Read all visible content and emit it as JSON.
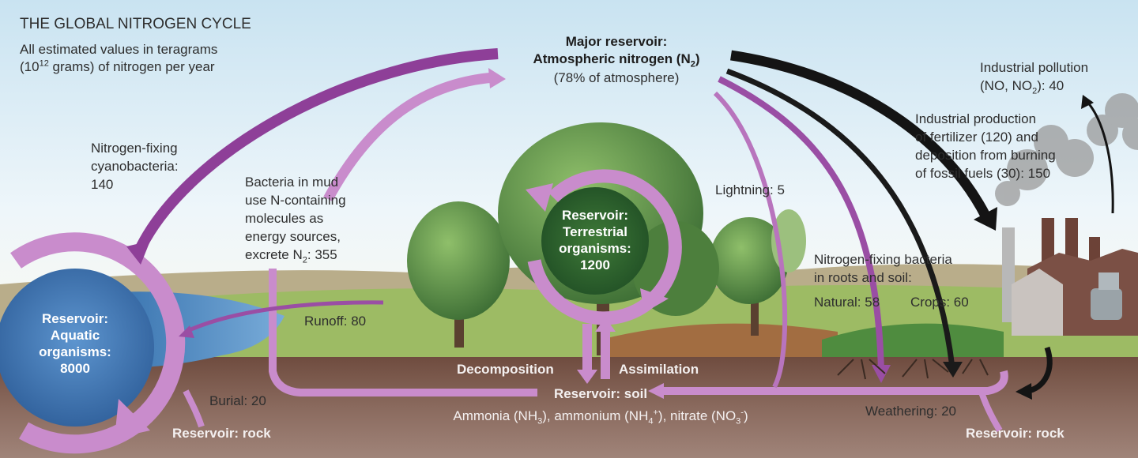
{
  "title": "THE GLOBAL NITROGEN CYCLE",
  "units_note": {
    "line1": "All estimated values in teragrams",
    "line2_pre": "(10",
    "line2_sup": "12",
    "line2_post": " grams) of nitrogen per year"
  },
  "atmosphere": {
    "line1": "Major reservoir:",
    "line2_pre": "Atmospheric nitrogen (N",
    "line2_sub": "2",
    "line2_post": ")",
    "line3": "(78% of atmosphere)"
  },
  "industrial_pollution": {
    "line1": "Industrial pollution",
    "line2_pre": "(NO, NO",
    "line2_sub": "2",
    "line2_post": "): 40"
  },
  "industrial_production": {
    "line1": "Industrial production",
    "line2": "of fertilizer (120) and",
    "line3": "deposition from burning",
    "line4": "of fossil fuels (30): 150"
  },
  "cyanobacteria": {
    "line1": "Nitrogen-fixing",
    "line2": "cyanobacteria:",
    "line3": "140"
  },
  "mud_bacteria": {
    "line1": "Bacteria in mud",
    "line2": "use N-containing",
    "line3": "molecules as",
    "line4": "energy sources,",
    "line5_pre": "excrete N",
    "line5_sub": "2",
    "line5_post": ": 355"
  },
  "terrestrial": {
    "line1": "Reservoir:",
    "line2": "Terrestrial",
    "line3": "organisms:",
    "line4": "1200"
  },
  "lightning": "Lightning: 5",
  "fixing_bacteria": {
    "line1": "Nitrogen-fixing bacteria",
    "line2": "in roots and soil:",
    "natural": "Natural: 58",
    "crops": "Crops: 60"
  },
  "aquatic": {
    "line1": "Reservoir:",
    "line2": "Aquatic",
    "line3": "organisms:",
    "line4": "8000"
  },
  "runoff": "Runoff: 80",
  "decomposition": "Decomposition",
  "assimilation": "Assimilation",
  "soil": {
    "title": "Reservoir: soil",
    "compounds_a": "Ammonia (NH",
    "compounds_a_sub": "3",
    "compounds_b": "), ammonium (NH",
    "compounds_b_sub": "4",
    "compounds_b_sup": "+",
    "compounds_c": "), nitrate (NO",
    "compounds_c_sub": "3",
    "compounds_c_sup": "-",
    "compounds_d": ")"
  },
  "burial": "Burial: 20",
  "rock_left": "Reservoir: rock",
  "weathering": "Weathering: 20",
  "rock_right": "Reservoir: rock",
  "colors": {
    "arrow_dark_purple": "#8e3f98",
    "arrow_light_purple": "#c98ccc",
    "arrow_black": "#141414",
    "sky_top": "#cfe6f2",
    "soil": "#7b5a4d"
  }
}
